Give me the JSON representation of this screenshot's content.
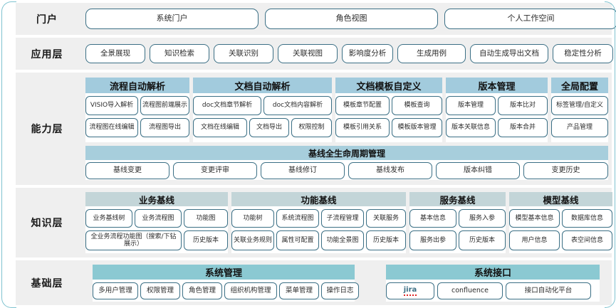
{
  "layers": [
    {
      "key": "portal",
      "label": "门户",
      "items": [
        "系统门户",
        "角色视图",
        "个人工作空间"
      ]
    },
    {
      "key": "application",
      "label": "应用层",
      "items": [
        "全景展现",
        "知识检索",
        "关联识别",
        "关联视图",
        "影响度分析",
        "生成用例",
        "自动生成导出文档",
        "稳定性分析"
      ]
    },
    {
      "key": "capability",
      "label": "能力层",
      "groups": [
        {
          "title": "流程自动解析",
          "row1": [
            "VISIO导入解析",
            "流程图前端展示"
          ],
          "row2": [
            "流程图在线编辑",
            "流程图导出"
          ]
        },
        {
          "title": "文档自动解析",
          "row1": [
            "doc文档章节解析",
            "doc文档内容解析"
          ],
          "row2": [
            "文档在线编辑",
            "文档导出",
            "权限控制"
          ]
        },
        {
          "title": "文档模板自定义",
          "row1": [
            "模板章节配置",
            "模板查询"
          ],
          "row2": [
            "模板引用关系",
            "模板版本管理"
          ]
        },
        {
          "title": "版本管理",
          "row1": [
            "版本管理",
            "版本比对"
          ],
          "row2": [
            "版本关联信息",
            "版本合并"
          ]
        },
        {
          "title": "全局配置",
          "row1": [
            "标签管理/自定义"
          ],
          "row2": [
            "产品管理"
          ]
        }
      ],
      "lifecycle": {
        "title": "基线全生命周期管理",
        "items": [
          "基线变更",
          "变更评审",
          "基线修订",
          "基线发布",
          "版本纠错",
          "变更历史"
        ]
      }
    },
    {
      "key": "knowledge",
      "label": "知识层",
      "groups": [
        {
          "title": "业务基线",
          "row1": [
            "业务基线树",
            "业务流程图",
            "功能图"
          ],
          "row2": [
            "全业务流程功能图（搜索/下钻展示）",
            "历史版本"
          ]
        },
        {
          "title": "功能基线",
          "row1": [
            "功能树",
            "系统流程图",
            "子流程管理",
            "关联服务"
          ],
          "row2": [
            "关联业务规则",
            "属性可配置",
            "功能全景图",
            "历史版本"
          ]
        },
        {
          "title": "服务基线",
          "row1": [
            "基本信息",
            "服务入参"
          ],
          "row2": [
            "服务出参",
            "历史版本"
          ]
        },
        {
          "title": "模型基线",
          "row1": [
            "模型基本信息",
            "数据库信息"
          ],
          "row2": [
            "用户信息",
            "表空间信息"
          ]
        }
      ]
    },
    {
      "key": "foundation",
      "label": "基础层",
      "groups": [
        {
          "title": "系统管理",
          "row1": [
            "多用户管理",
            "权限管理",
            "角色管理",
            "组织机构管理",
            "菜单管理",
            "操作日志"
          ]
        },
        {
          "title": "系统接口",
          "row1": [
            "jira",
            "confluence",
            "接口自动化平台"
          ]
        }
      ]
    }
  ],
  "colors": {
    "band_bg": "#efefef",
    "pill_border": "#3b6f85",
    "cap_header": "#a2cbdd",
    "know_header": "#c3d5d8",
    "base_header": "#8bc9d2",
    "life_header": "#a7cedc",
    "page_bg": "#ffffff"
  }
}
